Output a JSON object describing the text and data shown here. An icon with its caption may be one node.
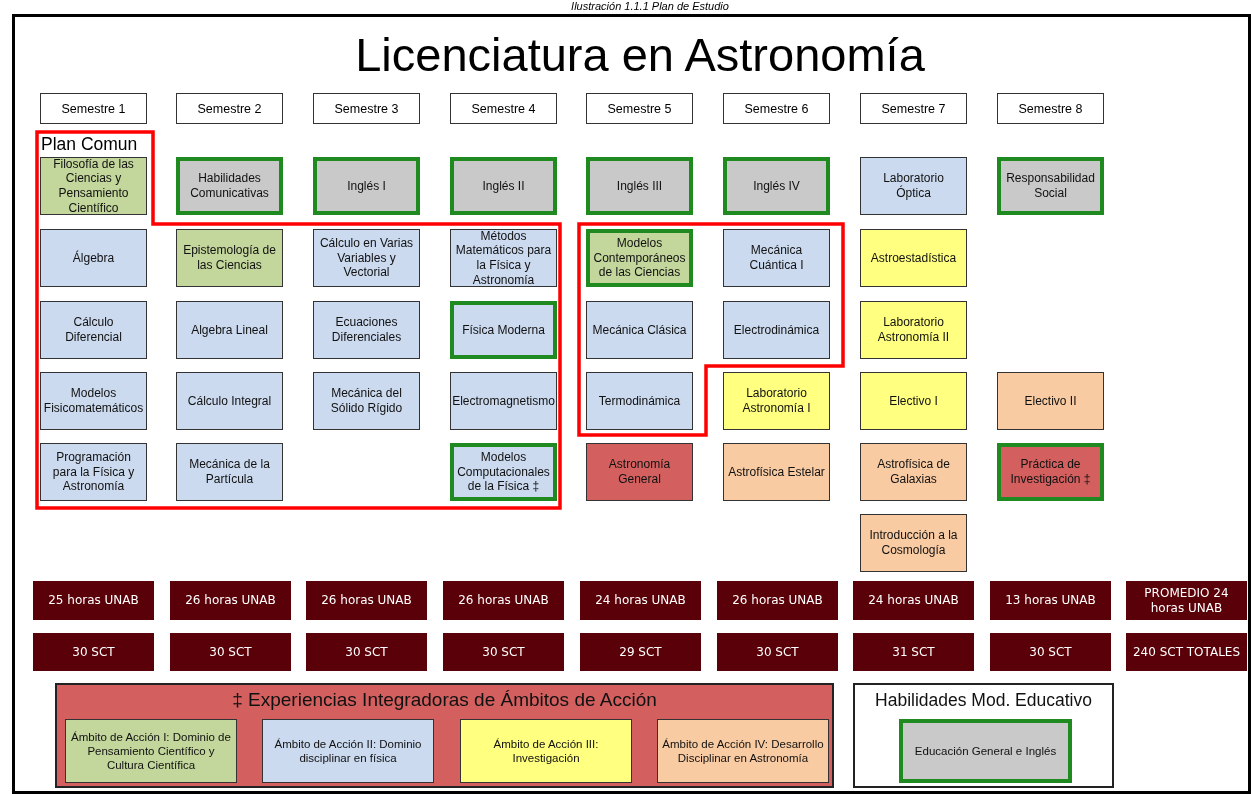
{
  "diagram": {
    "title": "Licenciatura en Astronomía",
    "caption": "Ilustración 1.1.1 Plan de Estudio",
    "nodes": [
      {
        "text": [
          "Semestre 1"
        ]
      },
      {
        "text": [
          "Semestre 2"
        ]
      },
      {
        "text": [
          "Semestre 3"
        ]
      },
      {
        "text": [
          "Semestre 4"
        ]
      },
      {
        "text": [
          "Semestre 5"
        ]
      },
      {
        "text": [
          "Semestre 6"
        ]
      },
      {
        "text": [
          "Semestre 7"
        ]
      },
      {
        "text": [
          "Semestre 8"
        ]
      },
      {
        "text": [
          "Plan Comun"
        ]
      },
      {
        "text": [
          "Filosofía de las Ciencias y Pensamiento Científico"
        ],
        "in": 8
      },
      {
        "text": [
          "Habilidades Comunicativas"
        ]
      },
      {
        "text": [
          "Inglés I"
        ]
      },
      {
        "text": [
          "Inglés II"
        ]
      },
      {
        "text": [
          "Inglés III"
        ]
      },
      {
        "text": [
          "Inglés IV"
        ]
      },
      {
        "text": [
          "Laboratorio Óptica"
        ]
      },
      {
        "text": [
          "Responsabilidad Social"
        ]
      },
      {
        "text": [],
        "shape": "box"
      },
      {
        "text": [
          "Álgebra"
        ],
        "in": 8
      },
      {
        "text": [
          "Epistemología de las Ciencias"
        ],
        "in": 8
      },
      {
        "text": [
          "Cálculo en Varias Variables y Vectorial"
        ],
        "in": 8
      },
      {
        "text": [
          "Métodos Matemáticos para la Física y Astronomía"
        ],
        "in": 8
      },
      {
        "text": [
          "Modelos Contemporáneos de las Ciencias"
        ],
        "in": 17
      },
      {
        "text": [
          "Mecánica Cuántica I"
        ],
        "in": 17
      },
      {
        "text": [
          "Astroestadística"
        ]
      },
      {
        "text": [
          "Cálculo Diferencial"
        ],
        "in": 8
      },
      {
        "text": [
          "Algebra Lineal"
        ],
        "in": 8
      },
      {
        "text": [
          "Ecuaciones Diferenciales"
        ],
        "in": 8
      },
      {
        "text": [
          "Física Moderna"
        ],
        "in": 8
      },
      {
        "text": [
          "Mecánica Clásica"
        ],
        "in": 17
      },
      {
        "text": [
          "Electrodinámica"
        ],
        "in": 17
      },
      {
        "text": [
          "Laboratorio Astronomía II"
        ]
      },
      {
        "text": [
          "Modelos Fisicomatemáticos"
        ],
        "in": 8
      },
      {
        "text": [
          "Cálculo Integral"
        ],
        "in": 8
      },
      {
        "text": [
          "Mecánica del Sólido Rígido"
        ],
        "in": 8
      },
      {
        "text": [
          "Electromagnetismo"
        ],
        "in": 8
      },
      {
        "text": [
          "Termodinámica"
        ],
        "in": 17
      },
      {
        "text": [
          "Laboratorio Astronomía I"
        ]
      },
      {
        "text": [
          "Electivo I"
        ]
      },
      {
        "text": [
          "Electivo II"
        ]
      },
      {
        "text": [
          "Programación para la Física y Astronomía"
        ],
        "in": 8
      },
      {
        "text": [
          "Mecánica de la Partícula"
        ],
        "in": 8
      },
      {
        "text": [
          "Modelos Computacionales de la Física ‡"
        ],
        "in": 8
      },
      {
        "text": [
          "Astronomía General"
        ]
      },
      {
        "text": [
          "Astrofísica Estelar"
        ]
      },
      {
        "text": [
          "Astrofísica de Galaxias"
        ]
      },
      {
        "text": [
          "Práctica de Investigación ‡"
        ]
      },
      {
        "text": [
          "Introducción a la Cosmología"
        ]
      },
      {
        "text": [
          "25 horas UNAB"
        ]
      },
      {
        "text": [
          "26 horas UNAB"
        ]
      },
      {
        "text": [
          "26 horas UNAB"
        ]
      },
      {
        "text": [
          "26 horas UNAB"
        ]
      },
      {
        "text": [
          "24 horas UNAB"
        ]
      },
      {
        "text": [
          "26 horas UNAB"
        ]
      },
      {
        "text": [
          "24 horas UNAB"
        ]
      },
      {
        "text": [
          "13 horas UNAB"
        ]
      },
      {
        "text": [
          "PROMEDIO 24 horas UNAB"
        ]
      },
      {
        "text": [
          "30 SCT"
        ]
      },
      {
        "text": [
          "30 SCT"
        ]
      },
      {
        "text": [
          "30 SCT"
        ]
      },
      {
        "text": [
          "30 SCT"
        ]
      },
      {
        "text": [
          "29 SCT"
        ]
      },
      {
        "text": [
          "30 SCT"
        ]
      },
      {
        "text": [
          "31 SCT"
        ]
      },
      {
        "text": [
          "30 SCT"
        ]
      },
      {
        "text": [
          "240 SCT TOTALES"
        ]
      },
      {
        "text": [
          "‡ Experiencias Integradoras de Ámbitos de Acción"
        ]
      },
      {
        "text": [
          "Ámbito de Acción I: Dominio de Pensamiento Científico y Cultura Científica"
        ],
        "in": 66
      },
      {
        "text": [
          "Ámbito de Acción II: Dominio disciplinar en física"
        ],
        "in": 66
      },
      {
        "text": [
          "Ámbito de Acción III: Investigación"
        ],
        "in": 66
      },
      {
        "text": [
          "Ámbito de Acción IV: Desarrollo Disciplinar en Astronomía"
        ],
        "in": 66
      },
      {
        "text": [
          "Habilidades Mod. Educativo"
        ]
      },
      {
        "text": [
          "Educación General e Inglés"
        ],
        "in": 71
      }
    ]
  }
}
